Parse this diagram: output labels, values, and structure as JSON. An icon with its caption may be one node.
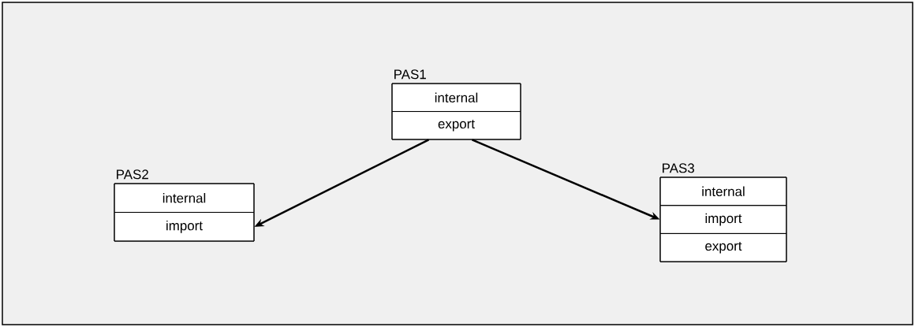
{
  "diagram": {
    "nodes": [
      {
        "text": [
          "PAS1"
        ]
      },
      {
        "text": [
          "internal"
        ],
        "in": 0
      },
      {
        "text": [
          "export"
        ],
        "in": 0
      },
      {
        "text": [
          "PAS2"
        ]
      },
      {
        "text": [
          "internal"
        ],
        "in": 3
      },
      {
        "text": [
          "import"
        ],
        "in": 3
      },
      {
        "text": [
          "PAS3"
        ]
      },
      {
        "text": [
          "internal"
        ],
        "in": 6
      },
      {
        "text": [
          "import"
        ],
        "in": 6
      },
      {
        "text": [
          "export"
        ],
        "in": 6
      }
    ],
    "edges": [
      {
        "from": 2,
        "to": 5,
        "arrow": "to"
      },
      {
        "from": 2,
        "to": 8,
        "arrow": "to"
      }
    ]
  }
}
